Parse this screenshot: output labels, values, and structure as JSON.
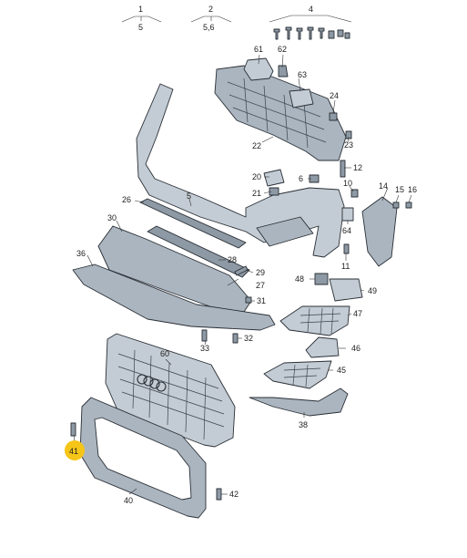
{
  "callouts": {
    "c1": "1",
    "c1_sub": "5",
    "c2": "2",
    "c2_sub": "5,6",
    "c4": "4",
    "c5": "5",
    "c6": "6",
    "c10": "10",
    "c11": "11",
    "c12": "12",
    "c14": "14",
    "c15": "15",
    "c16": "16",
    "c20": "20",
    "c21": "21",
    "c22": "22",
    "c23": "23",
    "c24": "24",
    "c26": "26",
    "c27": "27",
    "c28": "28",
    "c29": "29",
    "c30": "30",
    "c31": "31",
    "c32": "32",
    "c33": "33",
    "c36": "36",
    "c38": "38",
    "c40": "40",
    "c41": "41",
    "c42": "42",
    "c45": "45",
    "c46": "46",
    "c47": "47",
    "c48": "48",
    "c49": "49",
    "c60": "60",
    "c61": "61",
    "c62": "62",
    "c63": "63",
    "c64": "64"
  },
  "colors": {
    "part_fill": "#aab5bf",
    "part_stroke": "#2a2f36",
    "highlight": "#f5c518"
  },
  "highlighted_callout": "41"
}
